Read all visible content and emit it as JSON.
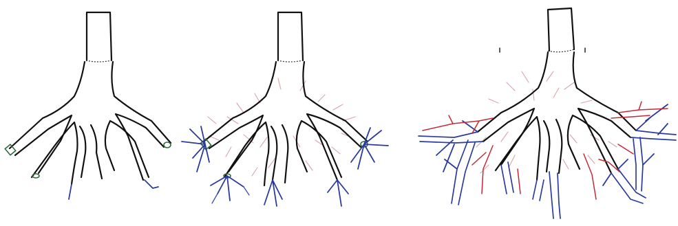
{
  "figure": {
    "panels": [
      {
        "id": "stage-1",
        "layers": [
          "trunk"
        ]
      },
      {
        "id": "stage-2",
        "layers": [
          "trunk",
          "blue-sprouts",
          "pink-sprouts"
        ]
      },
      {
        "id": "stage-3",
        "layers": [
          "trunk",
          "blue-vessels",
          "red-vessels",
          "pink-sprouts"
        ]
      }
    ],
    "colors": {
      "outline": "#111111",
      "tip": "#2f6b3a",
      "blue": "#2a3b9c",
      "red": "#c42a35",
      "pink": "#d9a3a8"
    }
  }
}
